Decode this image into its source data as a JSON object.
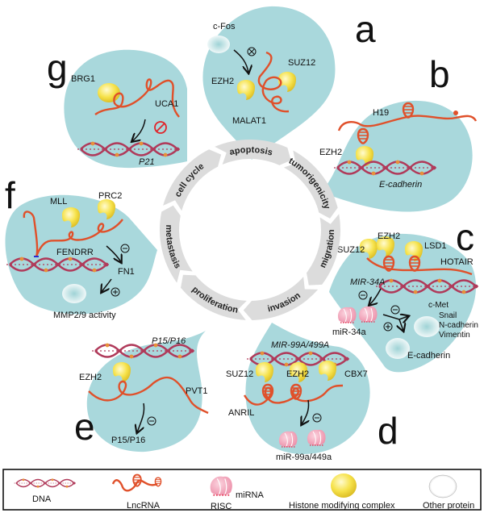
{
  "figure": {
    "type": "lncRNA mechanism diagram",
    "ring": {
      "segments": [
        "apoptosis",
        "tumorigenicity",
        "migration",
        "invasion",
        "proliferation",
        "metastasis",
        "cell cycle"
      ]
    },
    "panels": {
      "a": {
        "letter": "a",
        "proteins": [
          "c-Fos",
          "EZH2",
          "SUZ12"
        ],
        "lncrna": "MALAT1",
        "sign": "⊗"
      },
      "b": {
        "letter": "b",
        "lncrna": "H19",
        "proteins": [
          "EZH2"
        ],
        "gene": "E-cadherin"
      },
      "c": {
        "letter": "c",
        "proteins": [
          "SUZ12",
          "EZH2",
          "LSD1"
        ],
        "lncrna": "HOTAIR",
        "gene": "MIR-34A",
        "mirna": "miR-34a",
        "targets_down": [
          "c-Met",
          "Snail",
          "N-cadherin",
          "Vimentin"
        ],
        "target_up": "E-cadherin",
        "sign_minus": "⊖",
        "sign_plus": "⊕"
      },
      "d": {
        "letter": "d",
        "gene": "MIR-99A/499A",
        "proteins": [
          "SUZ12",
          "EZH2",
          "CBX7"
        ],
        "lncrna": "ANRIL",
        "mirna": "miR-99a/449a",
        "sign": "⊖"
      },
      "e": {
        "letter": "e",
        "gene": "P15/P16",
        "proteins": [
          "EZH2"
        ],
        "lncrna": "PVT1",
        "product": "P15/P16",
        "sign": "⊖"
      },
      "f": {
        "letter": "f",
        "proteins": [
          "MLL",
          "PRC2"
        ],
        "lncrna": "FENDRR",
        "target": "FN1",
        "output": "MMP2/9 activity",
        "sign_minus": "⊖",
        "sign_plus": "⊕"
      },
      "g": {
        "letter": "g",
        "proteins": [
          "BRG1"
        ],
        "lncrna": "UCA1",
        "gene": "P21"
      }
    },
    "legend": {
      "items": [
        {
          "icon": "dna-icon",
          "label": "DNA"
        },
        {
          "icon": "lncrna-icon",
          "label": "LncRNA"
        },
        {
          "icon": "risc-icon",
          "label": "RISC",
          "sub_label": "miRNA"
        },
        {
          "icon": "histone-complex-icon",
          "label": "Histone modifying complex"
        },
        {
          "icon": "other-protein-icon",
          "label": "Other protein"
        }
      ]
    },
    "colors": {
      "panel_bg": "#a9d8dc",
      "ring": "#dcdcdc",
      "lncrna": "#e0502a",
      "dna": "#b03a5a",
      "dna_node": "#e8913a",
      "protein": "#f6e24a",
      "mirna": "#f2a2b8",
      "inhibit": "#e0242a"
    }
  }
}
